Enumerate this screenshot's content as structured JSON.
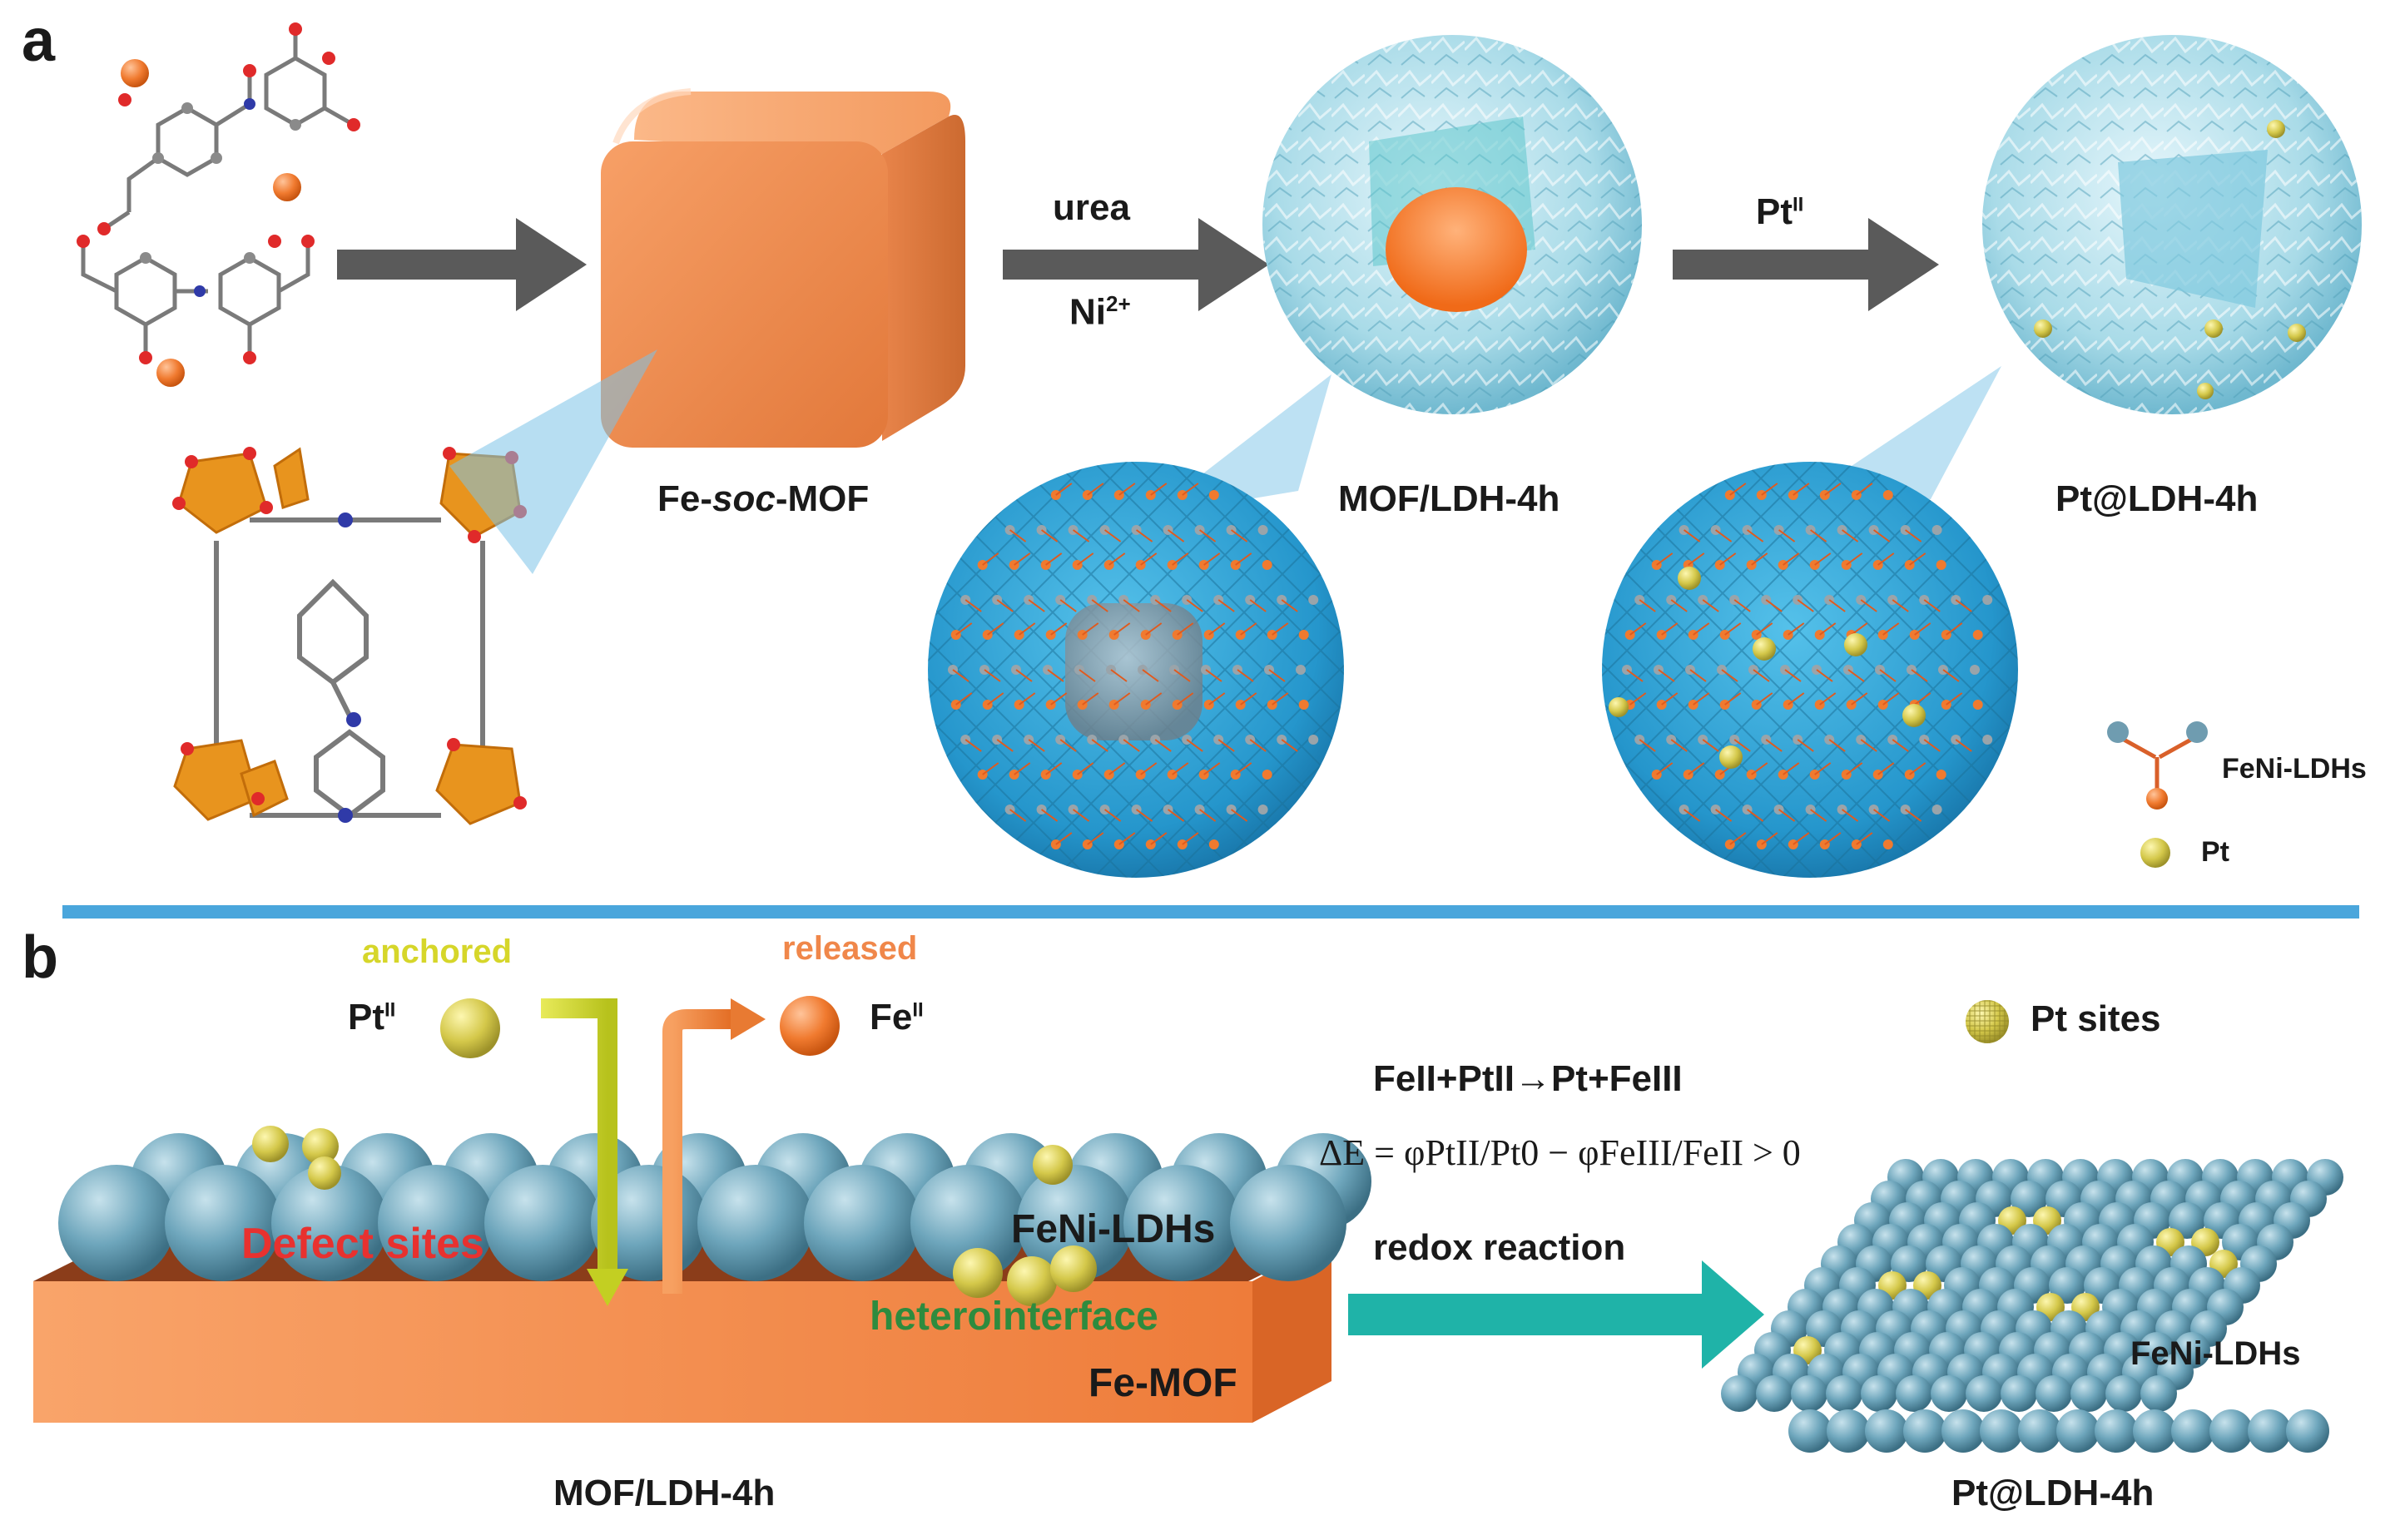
{
  "panel_a": {
    "letter": "a",
    "labels": {
      "mof": "Fe-soc-MOF",
      "mof_prefix": "Fe-",
      "mof_italic": "soc",
      "mof_suffix": "-MOF",
      "mof_ldh": "MOF/LDH-4h",
      "pt_ldh": "Pt@LDH-4h"
    },
    "arrow1": {
      "top": "urea",
      "bottom_base": "Ni",
      "bottom_sup": "2+"
    },
    "arrow2": {
      "top_base": "Pt",
      "top_sup": "II"
    },
    "legend": [
      {
        "icon": "feni-ldh-icon",
        "label": "FeNi-LDHs"
      },
      {
        "icon": "pt-sphere-icon",
        "label": "Pt"
      }
    ]
  },
  "panel_b": {
    "letter": "b",
    "anchored": "anchored",
    "released": "released",
    "pt_ion_base": "Pt",
    "pt_ion_sup": "II",
    "fe_ion_base": "Fe",
    "fe_ion_sup": "II",
    "defect": "Defect sites",
    "feni_left": "FeNi-LDHs",
    "hetero": "heterointerface",
    "femof": "Fe-MOF",
    "reaction": "FeII+PtII→Pt+FeIII",
    "delta": "ΔE = φPtII/Pt0 − φFeIII/FeII > 0",
    "redox": "redox reaction",
    "pt_sites": "Pt sites",
    "feni_right": "FeNi-LDHs",
    "caption_left": "MOF/LDH-4h",
    "caption_right": "Pt@LDH-4h"
  },
  "colors": {
    "orange": "#f08a4b",
    "cube": "#f28d50",
    "shell": "#a8dbe8",
    "ldh_blue": "#2a9ed1",
    "sphere_blue": "#5f97ad",
    "divider": "#4aa6dc",
    "arrow_gray": "#5a5a5a",
    "teal_arrow": "#1fb3a8",
    "pt_yellow": "#d8cf5a",
    "defect_red": "#e8312f",
    "hetero_green": "#2e8b3e",
    "anchored_yellow": "#d6d62a",
    "released_orange": "#f0874a"
  }
}
